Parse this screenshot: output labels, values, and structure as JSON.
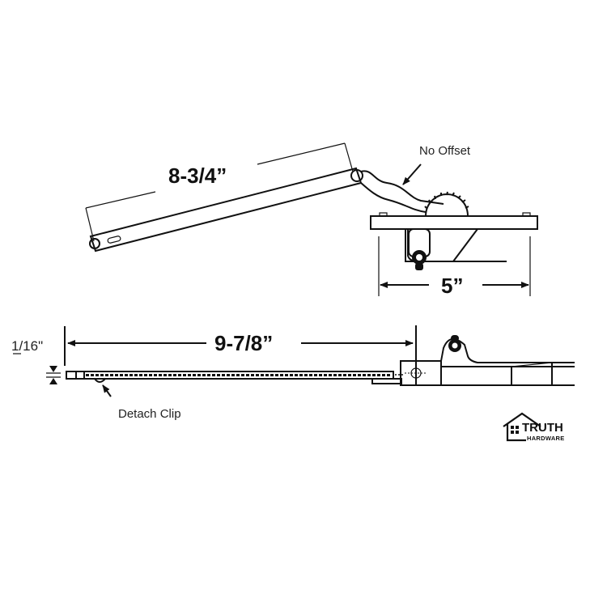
{
  "diagram": {
    "subject": "Casement window operator (no offset)",
    "top_view": {
      "arm_length_label": "8-3/4”",
      "callout_label": "No Offset",
      "base_width_label": "5”"
    },
    "side_view": {
      "overall_length_label": "9-7/8”",
      "thickness_label": "1/16\"",
      "clip_callout_label": "Detach Clip"
    },
    "logo": {
      "brand_title": "TRUTH",
      "brand_subtitle": "HARDWARE",
      "icon": "house-icon"
    },
    "colors": {
      "line": "#111111",
      "background": "#ffffff"
    }
  }
}
